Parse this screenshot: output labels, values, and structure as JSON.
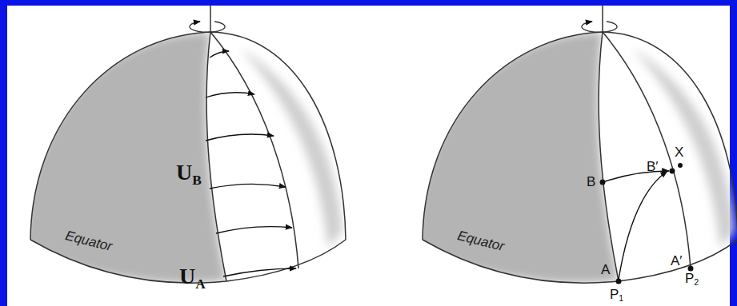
{
  "diagram": {
    "labels": [
      "UB",
      "UA",
      "Equator",
      "B",
      "B′",
      "X",
      "Equator",
      "A",
      "A′",
      "P1",
      "P2"
    ]
  }
}
